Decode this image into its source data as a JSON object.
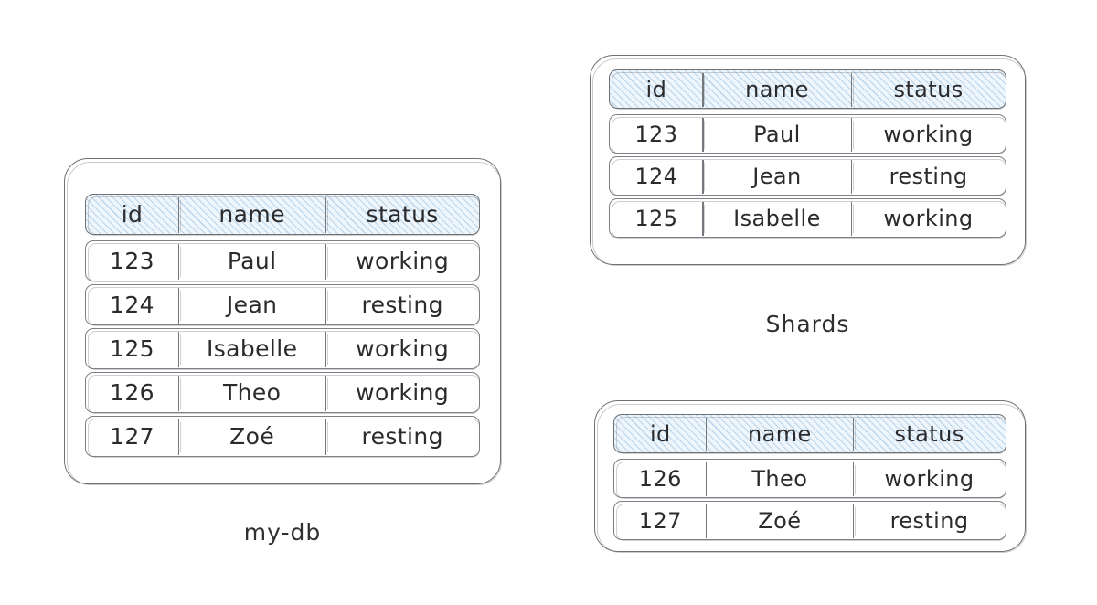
{
  "diagram": {
    "background_color": "#ffffff",
    "ink_color": "#2b2b2d",
    "border_color": "#7d8084",
    "header_fill_color": "#eef6fc",
    "header_hatch_color": "#8db9e0"
  },
  "columns": [
    "id",
    "name",
    "status"
  ],
  "main_db": {
    "caption": "my-db",
    "headers": [
      "id",
      "name",
      "status"
    ],
    "rows": [
      {
        "id": "123",
        "name": "Paul",
        "status": "working"
      },
      {
        "id": "124",
        "name": "Jean",
        "status": "resting"
      },
      {
        "id": "125",
        "name": "Isabelle",
        "status": "working"
      },
      {
        "id": "126",
        "name": "Theo",
        "status": "working"
      },
      {
        "id": "127",
        "name": "Zoé",
        "status": "resting"
      }
    ]
  },
  "shards": {
    "caption": "Shards",
    "tables": [
      {
        "headers": [
          "id",
          "name",
          "status"
        ],
        "rows": [
          {
            "id": "123",
            "name": "Paul",
            "status": "working"
          },
          {
            "id": "124",
            "name": "Jean",
            "status": "resting"
          },
          {
            "id": "125",
            "name": "Isabelle",
            "status": "working"
          }
        ]
      },
      {
        "headers": [
          "id",
          "name",
          "status"
        ],
        "rows": [
          {
            "id": "126",
            "name": "Theo",
            "status": "working"
          },
          {
            "id": "127",
            "name": "Zoé",
            "status": "resting"
          }
        ]
      }
    ]
  }
}
